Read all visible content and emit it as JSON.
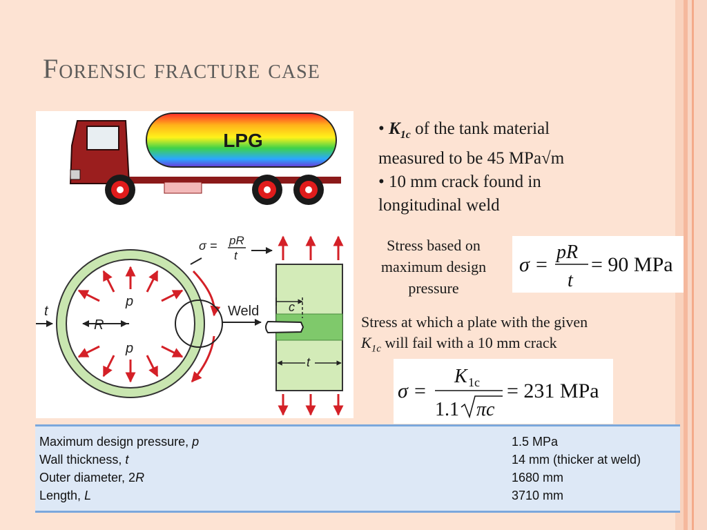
{
  "slide": {
    "title": "Forensic fracture case",
    "colors": {
      "background": "#fde3d3",
      "title": "#5d5c5a",
      "table_fill": "#dde8f6",
      "table_rule": "#7aa7dc",
      "arrow_red": "#d42027"
    }
  },
  "figure": {
    "truck_label": "LPG",
    "sigma_label": "σ =",
    "pr_num": "pR",
    "pr_den": "t",
    "t_label": "t",
    "r_label": "R",
    "p_label": "p",
    "weld_label": "Weld",
    "c_label": "c",
    "plate_t_label": "t"
  },
  "bullets": {
    "b1_k": "K",
    "b1_sub": "1c",
    "b1_line1_rest": " of the tank material",
    "b1_line2": "measured to be 45 MPa√m",
    "b2_line1": "• 10 mm crack found in",
    "b2_line2": "longitudinal weld"
  },
  "stress1": {
    "text_line1": "Stress based on",
    "text_line2": "maximum design",
    "text_line3": "pressure",
    "sigma": "σ",
    "eq": "=",
    "num": "pR",
    "den": "t",
    "result": "= 90 MPa"
  },
  "stress2": {
    "line1": "Stress at which a plate with the given",
    "k": "K",
    "k_sub": "1c",
    "line2_rest": " will fail with a 10 mm crack",
    "sigma": "σ",
    "eq": "=",
    "num_k": "K",
    "num_sub": "1c",
    "den_coef": "1.1",
    "den_pi_c": "πc",
    "result": "= 231 MPa"
  },
  "table": {
    "rows": [
      {
        "label": "Maximum design pressure, ",
        "symbol": "p",
        "value": "1.5 MPa"
      },
      {
        "label": "Wall thickness, ",
        "symbol": "t",
        "value": "14 mm (thicker at weld)"
      },
      {
        "label": "Outer diameter, 2",
        "symbol": "R",
        "value": "1680 mm"
      },
      {
        "label": "Length, ",
        "symbol": "L",
        "value": "3710 mm"
      }
    ]
  }
}
